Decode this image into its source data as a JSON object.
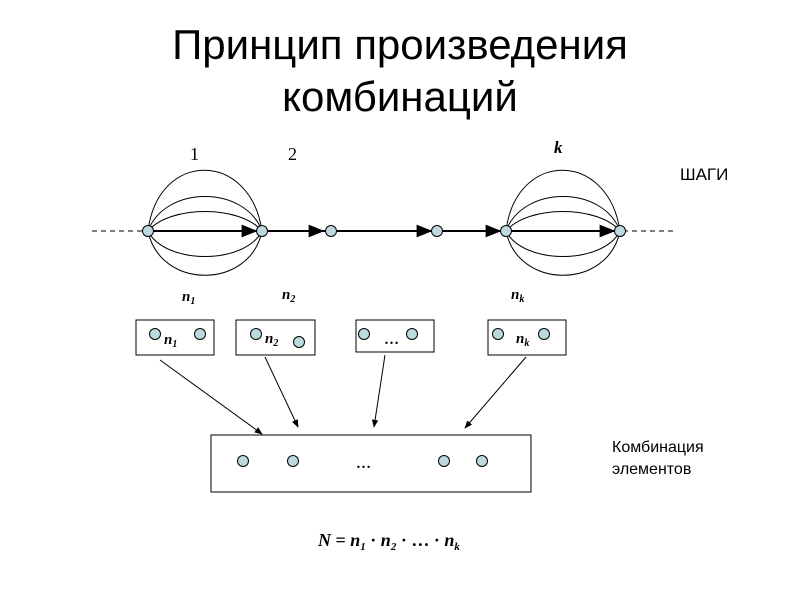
{
  "title": {
    "line1": "Принцип произведения",
    "line2": "комбинаций"
  },
  "steps": {
    "first": "1",
    "second": "2",
    "last": "k",
    "axis_label": "ШАГИ"
  },
  "counts": [
    {
      "base": "n",
      "sub": "1"
    },
    {
      "base": "n",
      "sub": "2"
    },
    {
      "base": "n",
      "sub": "k"
    }
  ],
  "boxes": {
    "box1": {
      "base": "n",
      "sub": "1"
    },
    "box2": {
      "base": "n",
      "sub": "2"
    },
    "box3": {
      "text": "…"
    },
    "box4": {
      "base": "n",
      "sub": "k"
    }
  },
  "combination": {
    "ellipsis": "…",
    "label_line1": "Комбинация",
    "label_line2": "элементов"
  },
  "formula": {
    "N": "N",
    "eq": " = ",
    "n": "n",
    "sub1": "1",
    "sub2": "2",
    "subk": "k",
    "dot": " · ",
    "ellipsis": "…"
  },
  "colors": {
    "node_fill": "#bcd9df",
    "stroke": "#000000"
  }
}
